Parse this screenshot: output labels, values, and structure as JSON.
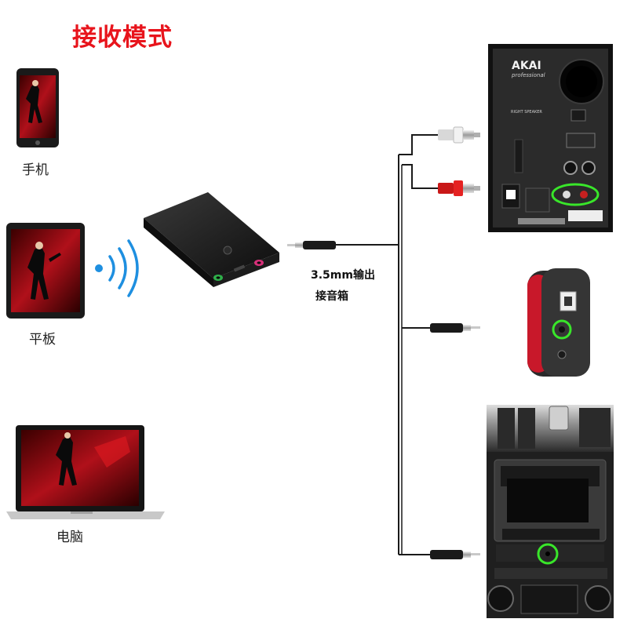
{
  "title": "接收模式",
  "devices": {
    "phone_label": "手机",
    "tablet_label": "平板",
    "laptop_label": "电脑"
  },
  "output": {
    "line1": "3.5mm输出",
    "line2": "接音箱"
  },
  "speaker": {
    "brand": "AKAI",
    "sub": "professional",
    "heading": "RIGHT SPEAKER"
  },
  "colors": {
    "title": "#e8141c",
    "wifi": "#1e8fe0",
    "highlight": "#39e62a"
  }
}
